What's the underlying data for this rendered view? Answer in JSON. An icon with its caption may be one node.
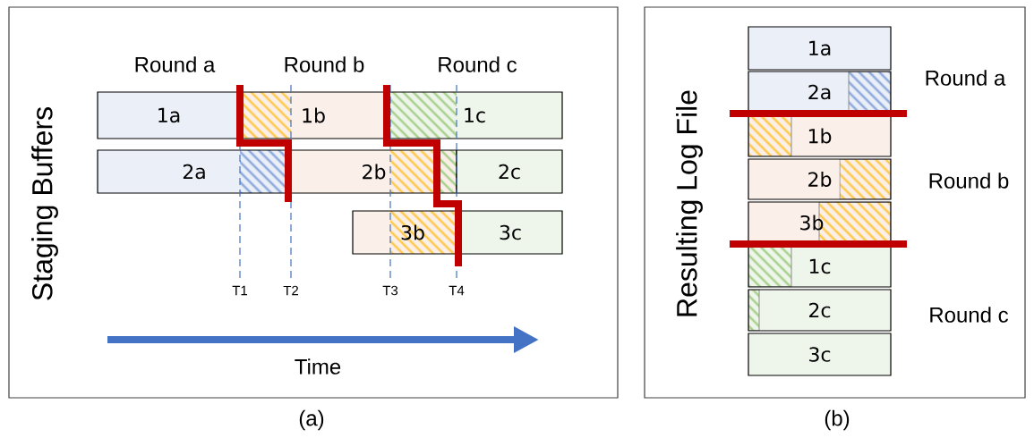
{
  "diagram": {
    "nodes": [
      {
        "text": [],
        "shape": "box"
      },
      {
        "text": [],
        "shape": "box"
      },
      {
        "text": [
          "1a"
        ],
        "in": 0
      },
      {
        "text": [
          "1b"
        ],
        "in": 0
      },
      {
        "text": [
          "1c"
        ],
        "in": 0
      },
      {
        "text": [
          "2a"
        ],
        "in": 0
      },
      {
        "text": [
          "2b"
        ],
        "in": 0
      },
      {
        "text": [
          "2c"
        ],
        "in": 0
      },
      {
        "text": [
          "3b"
        ],
        "in": 0
      },
      {
        "text": [
          "3c"
        ],
        "in": 0
      },
      {
        "text": [
          "1a"
        ],
        "in": 1
      },
      {
        "text": [
          "2a"
        ],
        "in": 1
      },
      {
        "text": [
          "1b"
        ],
        "in": 1
      },
      {
        "text": [
          "2b"
        ],
        "in": 1
      },
      {
        "text": [
          "3b"
        ],
        "in": 1
      },
      {
        "text": [
          "1c"
        ],
        "in": 1
      },
      {
        "text": [
          "2c"
        ],
        "in": 1
      },
      {
        "text": [
          "3c"
        ],
        "in": 1
      }
    ],
    "labels": [
      "Staging Buffers",
      "Round a",
      "Round b",
      "Round c",
      "T1",
      "T2",
      "T3",
      "T4",
      "Time",
      "(a)",
      "Resulting Log File",
      "Round a",
      "Round b",
      "Round c",
      "(b)"
    ]
  }
}
